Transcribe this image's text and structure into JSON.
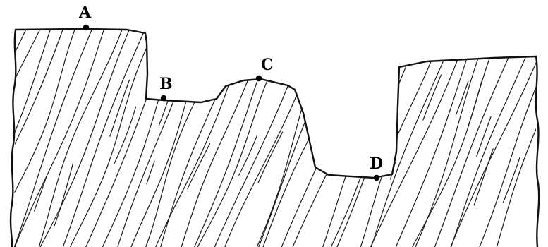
{
  "points": [
    {
      "id": "A",
      "label": "A"
    },
    {
      "id": "B",
      "label": "B"
    },
    {
      "id": "C",
      "label": "C"
    },
    {
      "id": "D",
      "label": "D"
    }
  ],
  "colors": {
    "background": "#ffffff",
    "ink": "#111111"
  }
}
